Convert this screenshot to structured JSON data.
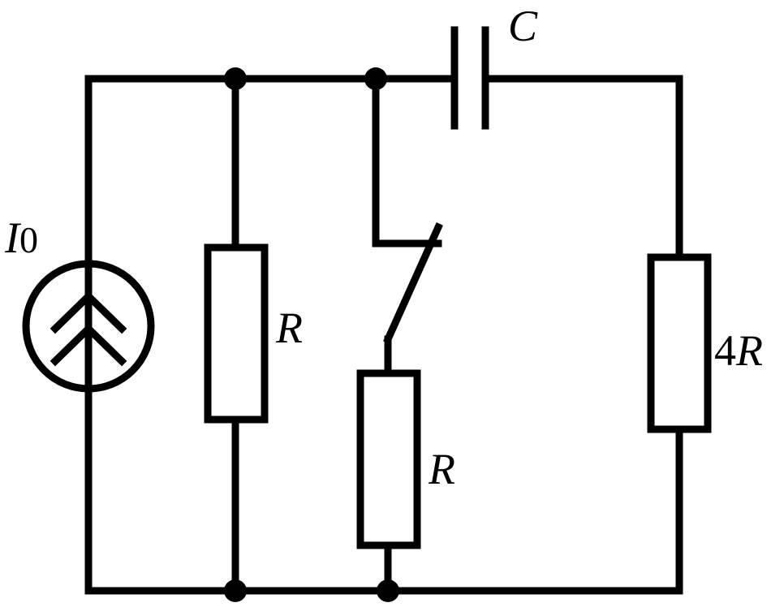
{
  "labels": {
    "current_source_symbol": "I",
    "current_source_subscript": "0",
    "capacitor": "C",
    "resistor_left": "R",
    "resistor_middle": "R",
    "resistor_right_coefficient": "4",
    "resistor_right_symbol": "R"
  },
  "colors": {
    "line": "#000000",
    "background": "#ffffff"
  },
  "icons": {
    "current_source": "double-chevron-up-icon",
    "switch": "open-switch-icon"
  }
}
